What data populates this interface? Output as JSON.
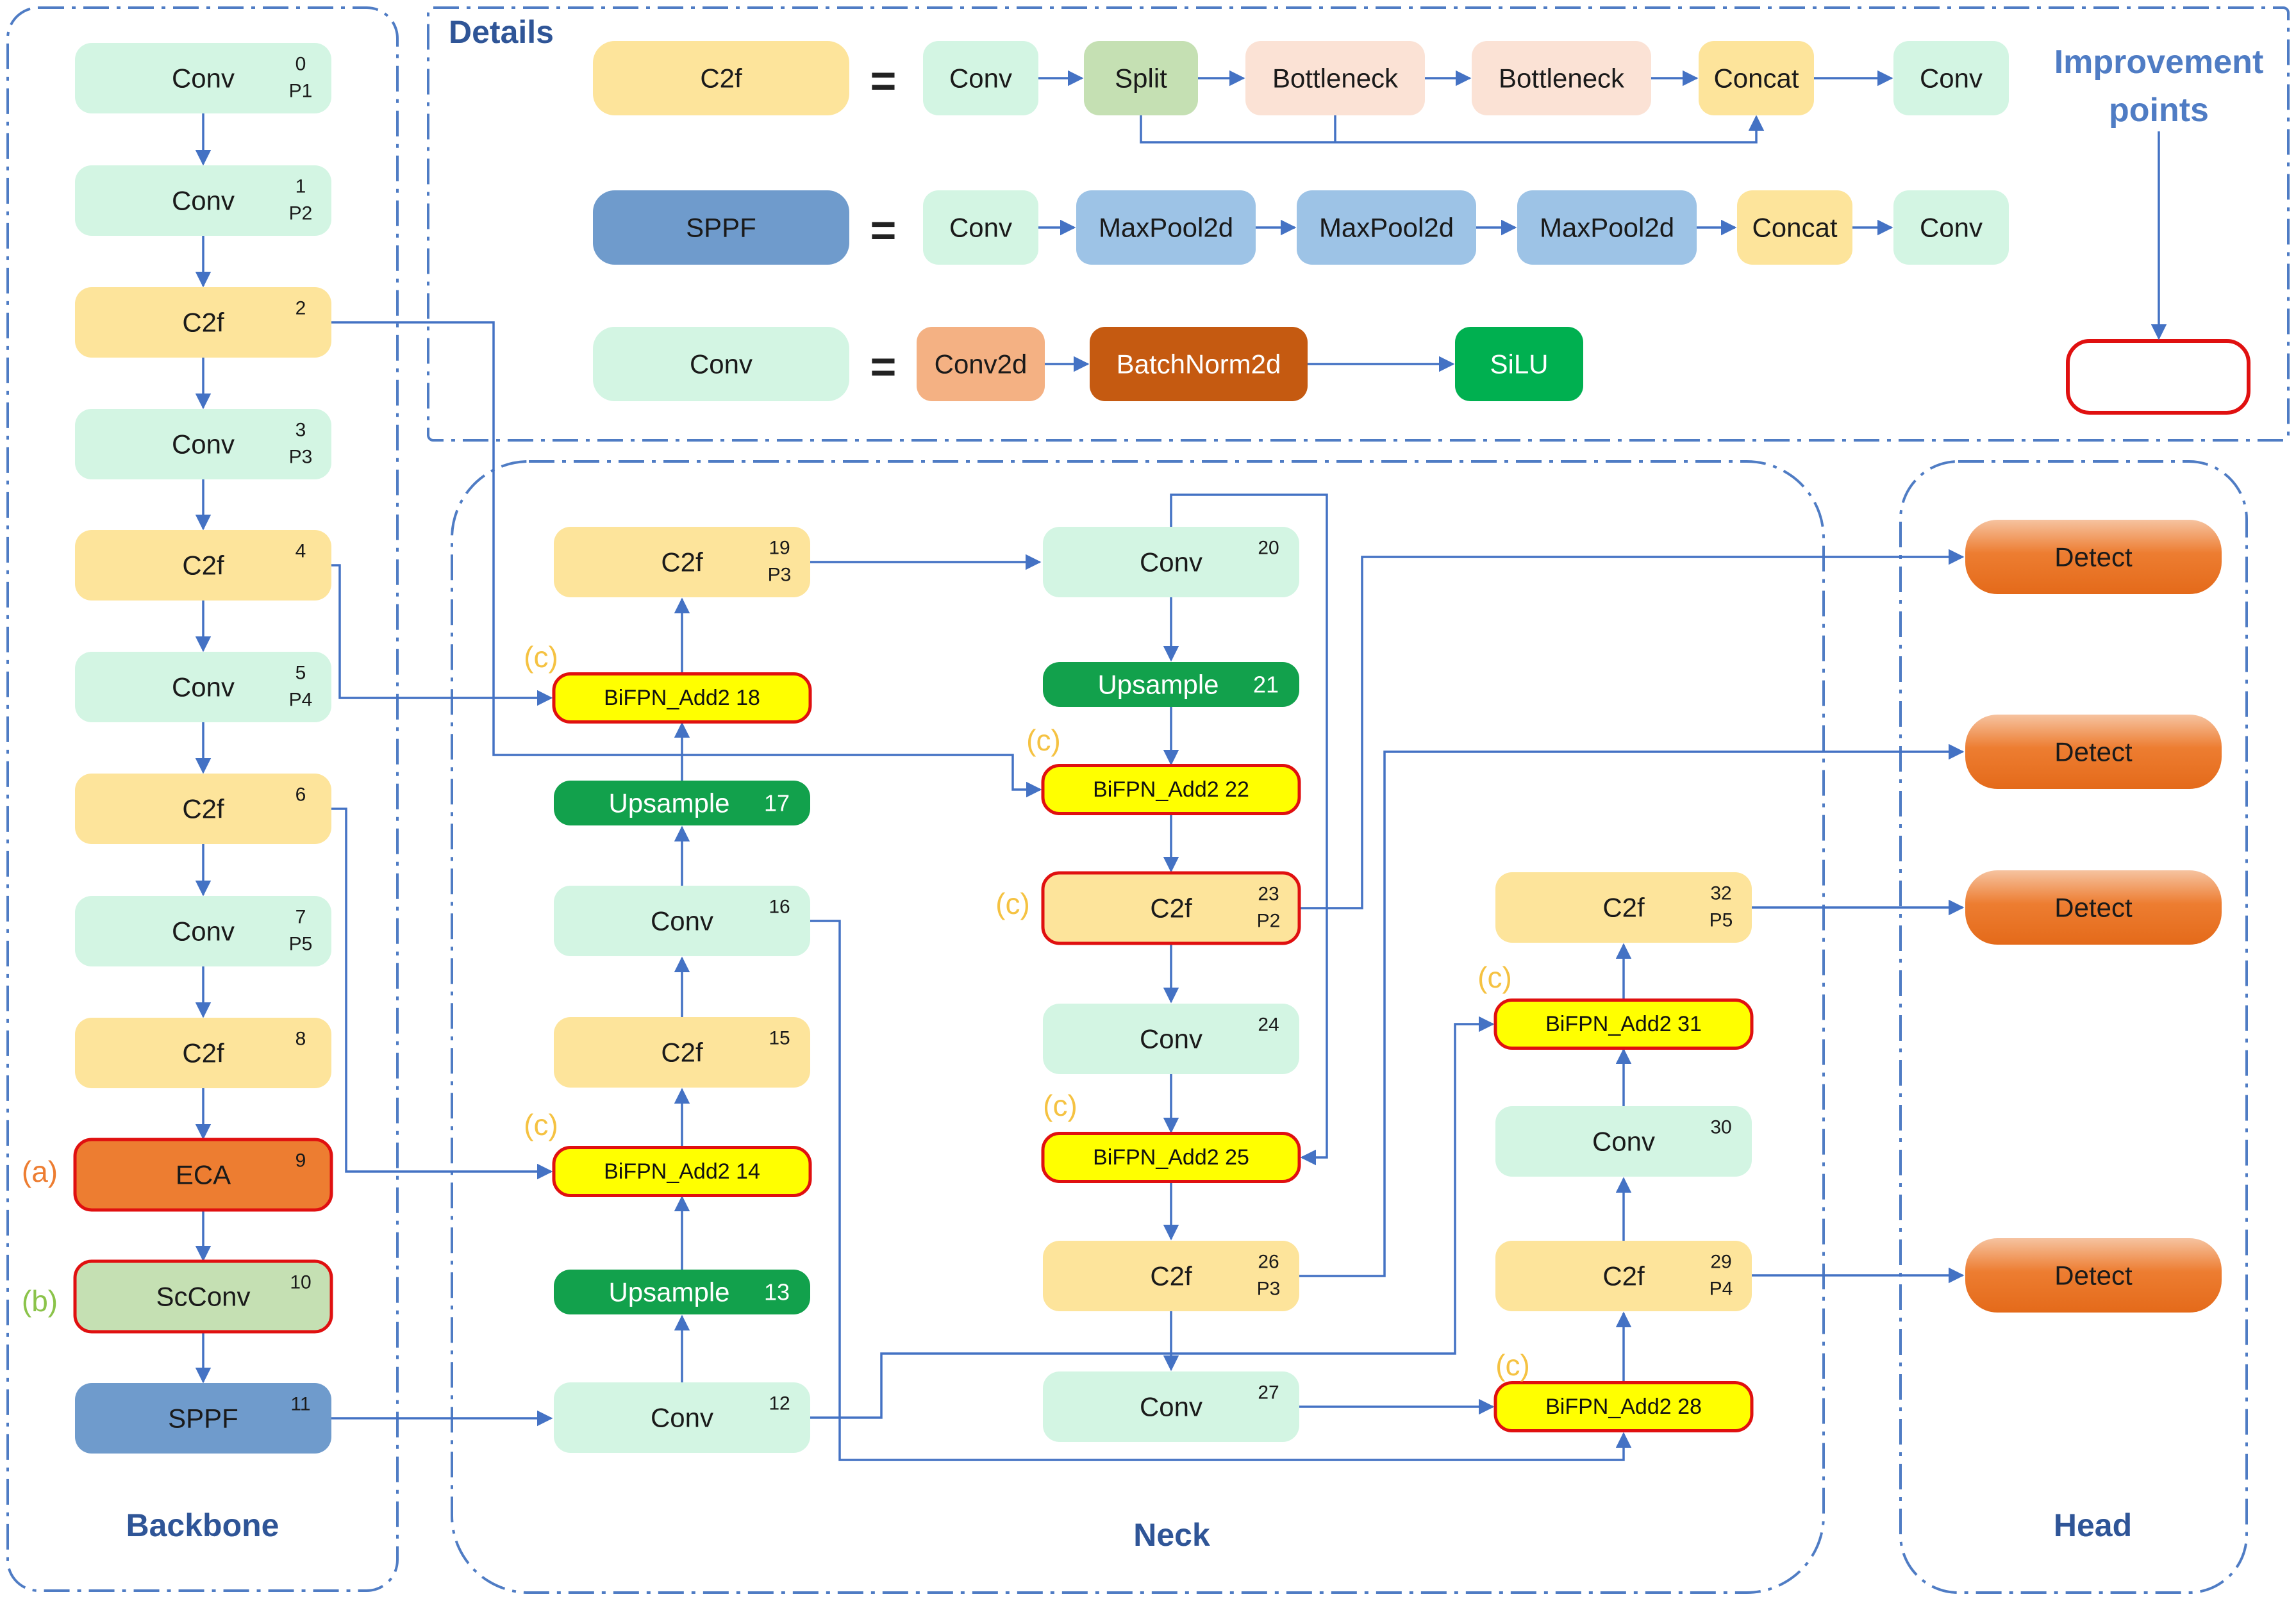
{
  "sections": {
    "details": "Details",
    "backbone": "Backbone",
    "neck": "Neck",
    "head": "Head",
    "improvement_line1": "Improvement",
    "improvement_line2": "points"
  },
  "marks": {
    "a": "(a)",
    "b": "(b)",
    "c": "(c)"
  },
  "legend": [
    {
      "name": "C2f",
      "equals": "=",
      "chain": [
        "Conv",
        "Split",
        "Bottleneck",
        "Bottleneck",
        "Concat",
        "Conv"
      ]
    },
    {
      "name": "SPPF",
      "equals": "=",
      "chain": [
        "Conv",
        "MaxPool2d",
        "MaxPool2d",
        "MaxPool2d",
        "Concat",
        "Conv"
      ]
    },
    {
      "name": "Conv",
      "equals": "=",
      "chain": [
        "Conv2d",
        "BatchNorm2d",
        "SiLU"
      ]
    }
  ],
  "backbone": [
    {
      "label": "Conv",
      "idx": "0",
      "scale": "P1"
    },
    {
      "label": "Conv",
      "idx": "1",
      "scale": "P2"
    },
    {
      "label": "C2f",
      "idx": "2",
      "scale": ""
    },
    {
      "label": "Conv",
      "idx": "3",
      "scale": "P3"
    },
    {
      "label": "C2f",
      "idx": "4",
      "scale": ""
    },
    {
      "label": "Conv",
      "idx": "5",
      "scale": "P4"
    },
    {
      "label": "C2f",
      "idx": "6",
      "scale": ""
    },
    {
      "label": "Conv",
      "idx": "7",
      "scale": "P5"
    },
    {
      "label": "C2f",
      "idx": "8",
      "scale": ""
    },
    {
      "label": "ECA",
      "idx": "9",
      "scale": ""
    },
    {
      "label": "ScConv",
      "idx": "10",
      "scale": ""
    },
    {
      "label": "SPPF",
      "idx": "11",
      "scale": ""
    }
  ],
  "neck": [
    {
      "label": "Conv",
      "idx": "12",
      "scale": ""
    },
    {
      "label": "Upsample",
      "idx": "13",
      "scale": ""
    },
    {
      "label": "BiFPN_Add2",
      "idx": "14",
      "scale": ""
    },
    {
      "label": "C2f",
      "idx": "15",
      "scale": ""
    },
    {
      "label": "Conv",
      "idx": "16",
      "scale": ""
    },
    {
      "label": "Upsample",
      "idx": "17",
      "scale": ""
    },
    {
      "label": "BiFPN_Add2",
      "idx": "18",
      "scale": ""
    },
    {
      "label": "C2f",
      "idx": "19",
      "scale": "P3"
    },
    {
      "label": "Conv",
      "idx": "20",
      "scale": ""
    },
    {
      "label": "Upsample",
      "idx": "21",
      "scale": ""
    },
    {
      "label": "BiFPN_Add2",
      "idx": "22",
      "scale": ""
    },
    {
      "label": "C2f",
      "idx": "23",
      "scale": "P2"
    },
    {
      "label": "Conv",
      "idx": "24",
      "scale": ""
    },
    {
      "label": "BiFPN_Add2",
      "idx": "25",
      "scale": ""
    },
    {
      "label": "C2f",
      "idx": "26",
      "scale": "P3"
    },
    {
      "label": "Conv",
      "idx": "27",
      "scale": ""
    },
    {
      "label": "BiFPN_Add2",
      "idx": "28",
      "scale": ""
    },
    {
      "label": "C2f",
      "idx": "29",
      "scale": "P4"
    },
    {
      "label": "Conv",
      "idx": "30",
      "scale": ""
    },
    {
      "label": "BiFPN_Add2",
      "idx": "31",
      "scale": ""
    },
    {
      "label": "C2f",
      "idx": "32",
      "scale": "P5"
    }
  ],
  "head": [
    "Detect",
    "Detect",
    "Detect",
    "Detect"
  ],
  "colors": {
    "frame": "#4f7cc4",
    "arrow": "#4472c4",
    "conv": "#d3f5e3",
    "c2f": "#fde49b",
    "sppf": "#6f9bcc",
    "upsample": "#12a14c",
    "bifpn": "#ffff00",
    "highlight_border": "#e01010",
    "eca": "#ed7d31",
    "scconv": "#c5e0b3",
    "split": "#c5e0b3",
    "bottleneck": "#fbe2d5",
    "maxpool": "#9dc3e6",
    "conv2d": "#f4b183",
    "batchnorm": "#c55a11",
    "silu": "#00b050",
    "detect": "#ed7d31",
    "title": "#2f5597"
  }
}
